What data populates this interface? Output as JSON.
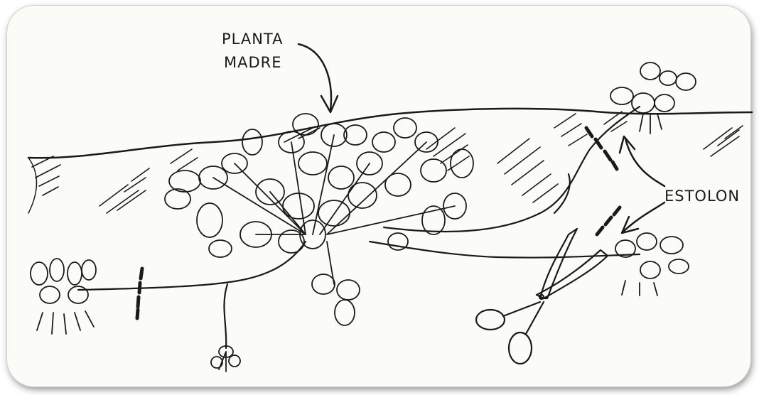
{
  "labels": {
    "mother_plant_line1": "PLANTA",
    "mother_plant_line2": "MADRE",
    "runner": "ESTOLON"
  },
  "colors": {
    "ink": "#1a1a1a",
    "paper": "#fbfbf8"
  }
}
